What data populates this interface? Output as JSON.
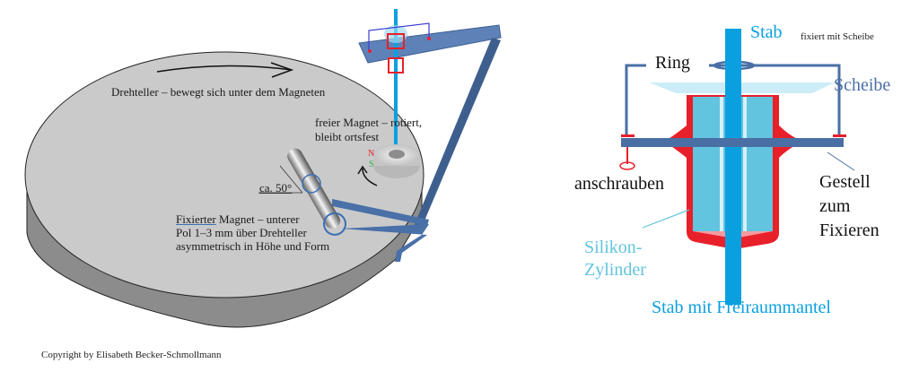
{
  "left_diagram": {
    "turntable_label": "Drehteller – bewegt sich unter dem Magneten",
    "free_magnet_label_1": "freier Magnet – rotiert,",
    "free_magnet_label_2": "bleibt ortsfest",
    "pole_n": "N",
    "pole_s": "S",
    "angle_label": "ca. 50°",
    "fixed_magnet_label_1a": "Fixierter",
    "fixed_magnet_label_1b": " Magnet – unterer",
    "fixed_magnet_label_2": "Pol 1–3 mm über Drehteller",
    "fixed_magnet_label_3": "asymmetrisch in Höhe und Form",
    "copyright": "Copyright by Elisabeth Becker-Schmollmann"
  },
  "right_diagram": {
    "stab_label": "Stab",
    "stab_note": "fixiert mit Scheibe",
    "ring_label": "Ring",
    "scheibe_label": "Scheibe",
    "anschrauben_label": "anschrauben",
    "gestell_label_1": "Gestell",
    "gestell_label_2": "zum",
    "gestell_label_3": "Fixieren",
    "silikon_label_1": "Silikon-",
    "silikon_label_2": "Zylinder",
    "bottom_label": "Stab mit Freiraummantel"
  },
  "colors": {
    "rod": "#0aa0e0",
    "frame": "#4a6fa5",
    "red": "#e8202a",
    "cylinder": "#62c4de",
    "turntable_top": "#cccccc",
    "turntable_side": "#8a8a8a"
  }
}
